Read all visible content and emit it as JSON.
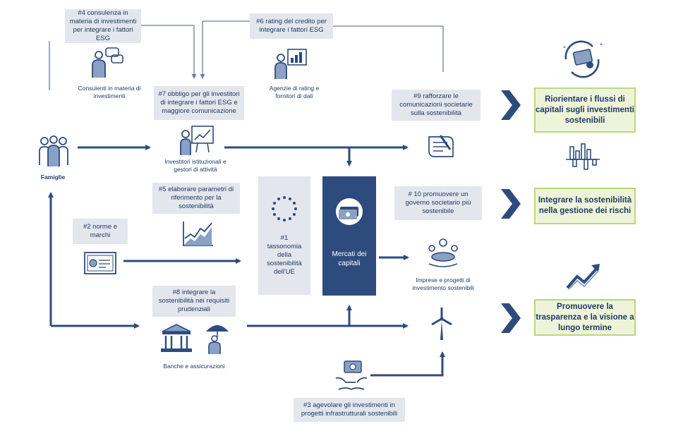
{
  "boxes": {
    "b4": "#4 consulenza in materia di investimenti per integrare i fattori ESG",
    "b6": "#6 rating del credito per integrare i fattori ESG",
    "b7": "#7 obbligo per gli investitori di integrare i fattori ESG e maggiore comunicazione",
    "b9": "#9 rafforzare le comunicazioni societarie sulla sostenibilità",
    "b5": "#5 elaborare parametri di riferimento per la sostenibilità",
    "b10": "# 10 promuovere un governo societario più sostenibile",
    "b2": "#2 norme e marchi",
    "b1": "#1 tassonomia della sostenibilità dell'UE",
    "b8": "#8 integrare la sostenibilità nei requisiti prudenziali",
    "b3": "#3 agevolare gli investimenti in progetti infrastrutturali sostenibili",
    "market": "Mercati dei capitali"
  },
  "captions": {
    "consulenti": "Consulenti in materia di investimenti",
    "agenzie": "Agenzie di rating e fornitori di dati",
    "famiglie": "Famiglie",
    "investitori": "Investitori istituzionali e gestori di attività",
    "imprese": "Imprese e progetti di investimento sostenibili",
    "banche": "Banche e assicurazioni"
  },
  "goals": {
    "g1": "Riorientare i flussi di capitali sugli investimenti sostenibili",
    "g2": "Integrare la sostenibilità nella gestione dei rischi",
    "g3": "Promuovere la trasparenza e la visione a lungo termine"
  },
  "colors": {
    "navy": "#2e4b7d",
    "box_gray": "#e3e6ec",
    "goal_fill": "#eef4d9",
    "goal_border": "#bcd67e",
    "arrow_thin": "#6b7f9e"
  }
}
